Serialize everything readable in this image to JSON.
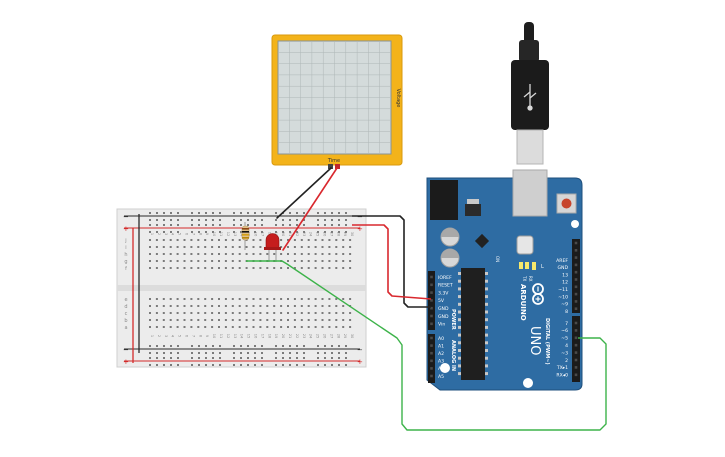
{
  "oscilloscope": {
    "x_axis_label": "Time",
    "y_axis_label": "Voltage"
  },
  "breadboard": {
    "column_numbers": [
      "1",
      "2",
      "3",
      "4",
      "5",
      "6",
      "7",
      "8",
      "9",
      "10",
      "11",
      "12",
      "13",
      "14",
      "15",
      "16",
      "17",
      "18",
      "19",
      "20",
      "21",
      "22",
      "23",
      "24",
      "25",
      "26",
      "27",
      "28",
      "29",
      "30"
    ],
    "top_row_letters": [
      "j",
      "i",
      "h",
      "g",
      "f"
    ],
    "bottom_row_letters": [
      "e",
      "d",
      "c",
      "b",
      "a"
    ],
    "rail_plus": "+",
    "rail_minus": "−"
  },
  "arduino": {
    "brand": "ARDUINO",
    "model": "UNO",
    "power_header_title": "POWER",
    "analog_header_title": "ANALOG IN",
    "digital_header_title": "DIGITAL (PWM~)",
    "power_pins": [
      "IOREF",
      "RESET",
      "3.3V",
      "5V",
      "GND",
      "GND",
      "Vin"
    ],
    "analog_pins": [
      "A0",
      "A1",
      "A2",
      "A3",
      "A4",
      "A5"
    ],
    "digital_pins_top": [
      "AREF",
      "GND",
      "13",
      "12",
      "~11",
      "~10",
      "~9",
      "8"
    ],
    "digital_pins_bottom": [
      "7",
      "~6",
      "~5",
      "4",
      "~3",
      "2",
      "TX▸1",
      "RX◂0"
    ],
    "led_labels": [
      "TX",
      "RX"
    ],
    "pin_label": "L",
    "on_label": "ON"
  },
  "colors": {
    "wire_black": "#222222",
    "wire_red": "#d9282e",
    "wire_green": "#3db34a",
    "board_blue": "#2e6ca3",
    "scope_frame": "#f3b31a"
  }
}
